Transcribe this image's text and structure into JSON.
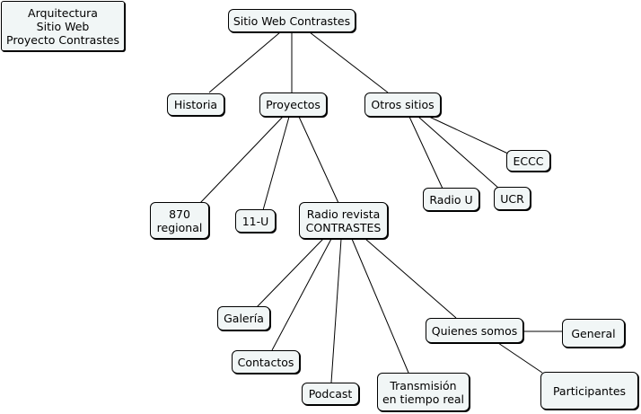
{
  "header_note": "Arquitectura\nSitio Web\nProyecto Contrastes",
  "nodes": {
    "root": "Sitio Web Contrastes",
    "historia": "Historia",
    "proyectos": "Proyectos",
    "otros_sitios": "Otros sitios",
    "eccc": "ECCC",
    "radio_u": "Radio U",
    "ucr": "UCR",
    "n870": "870\nregional",
    "n11u": "11-U",
    "radio_revista": "Radio revista\nCONTRASTES",
    "galeria": "Galería",
    "contactos": "Contactos",
    "podcast": "Podcast",
    "transmision": "Transmisión\nen tiempo real",
    "quienes": "Quienes somos",
    "general": "General",
    "participantes": "Participantes"
  },
  "colors": {
    "node_fill": "#f1f6f6",
    "border": "#000000"
  }
}
